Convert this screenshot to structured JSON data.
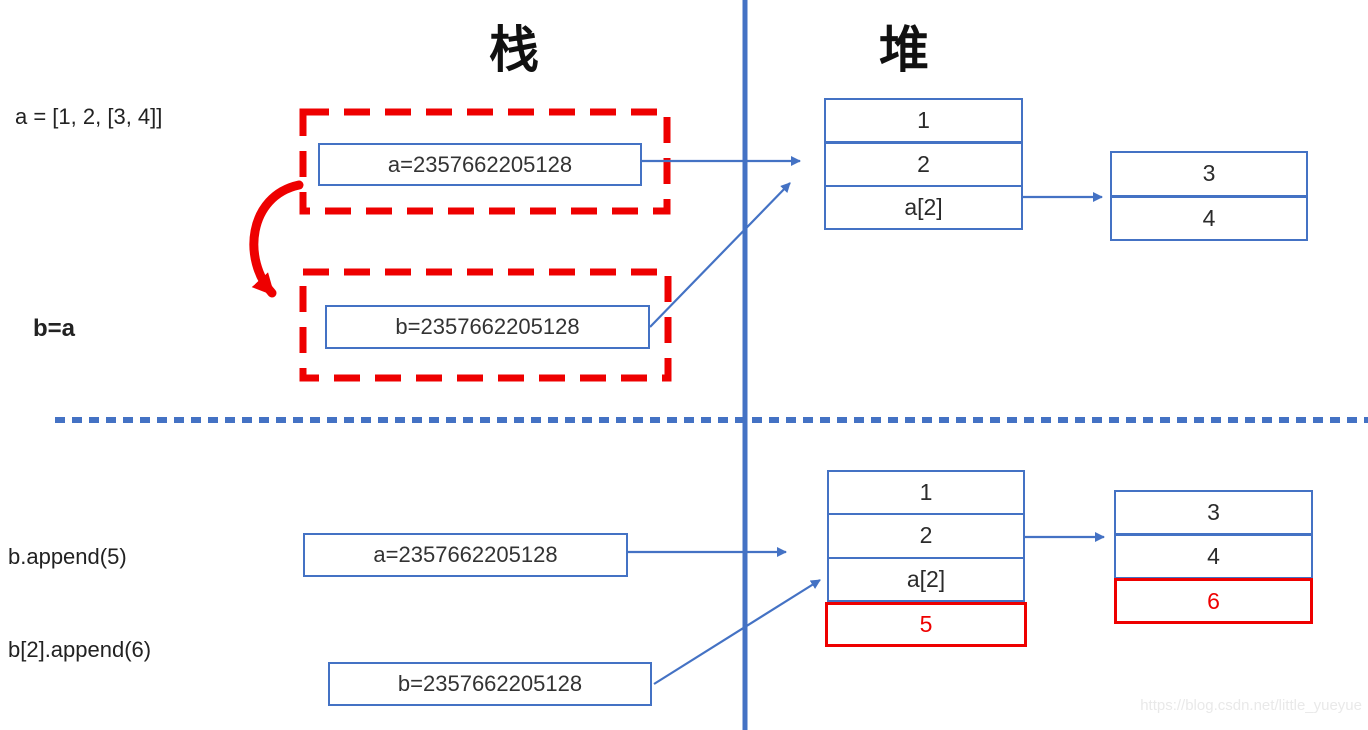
{
  "titles": {
    "stack": "栈",
    "heap": "堆"
  },
  "code_labels": {
    "step1": "a = [1, 2, [3, 4]]",
    "step2": "b=a",
    "step3": "b.append(5)",
    "step4": "b[2].append(6)"
  },
  "stack_top": {
    "a_var": "a=2357662205128",
    "b_var": "b=2357662205128"
  },
  "stack_bottom": {
    "a_var": "a=2357662205128",
    "b_var": "b=2357662205128"
  },
  "heap_top": {
    "list": [
      "1",
      "2",
      "a[2]"
    ],
    "sublist": [
      "3",
      "4"
    ]
  },
  "heap_bottom": {
    "list": [
      "1",
      "2",
      "a[2]"
    ],
    "appended": "5",
    "sublist": [
      "3",
      "4"
    ],
    "sublist_appended": "6"
  },
  "watermark": "https://blog.csdn.net/little_yueyue",
  "colors": {
    "blue": "#4472C4",
    "red": "#EE0000",
    "text": "#1a1a1a",
    "watermark": "#e9e9e9"
  }
}
